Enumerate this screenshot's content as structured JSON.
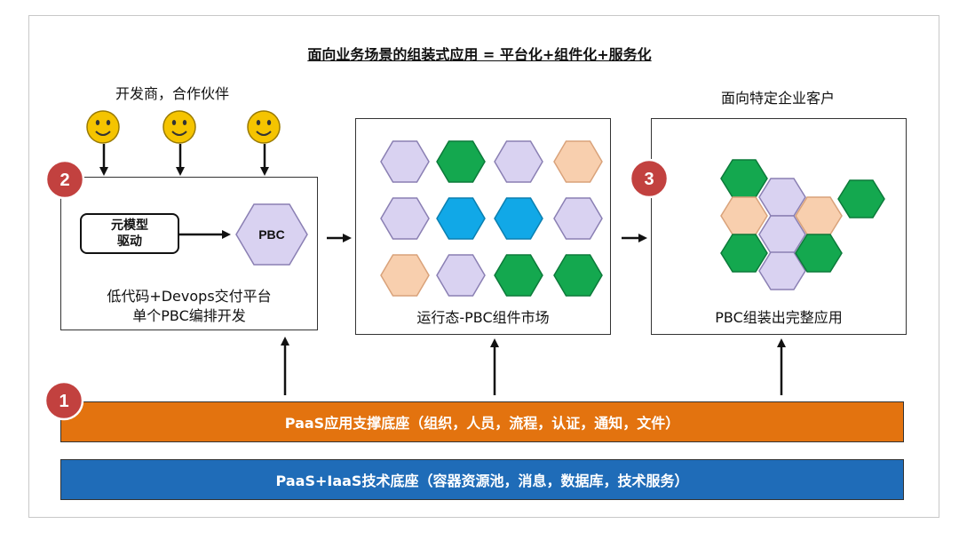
{
  "title": "面向业务场景的组装式应用 = 平台化+组件化+服务化",
  "captions": {
    "partners": "开发商，合作伙伴",
    "customers": "面向特定企业客户"
  },
  "box_dev": {
    "meta_line1": "元模型",
    "meta_line2": "驱动",
    "pbc": "PBC",
    "line1": "低代码+Devops交付平台",
    "line2": "单个PBC编排开发"
  },
  "box_market": {
    "label": "运行态-PBC组件市场"
  },
  "box_assemble": {
    "label": "PBC组装出完整应用"
  },
  "badges": [
    "1",
    "2",
    "3"
  ],
  "bars": {
    "app": "PaaS应用支撑底座（组织，人员，流程，认证，通知，文件）",
    "tech": "PaaS+IaaS技术底座（容器资源池，消息，数据库，技术服务）"
  },
  "colors": {
    "purple": "#d9d2f1",
    "green": "#14a84f",
    "cyan": "#11a8e7",
    "peach": "#f8cfae",
    "orange": "#e3730f",
    "blue": "#1f6cb8",
    "badge": "#c2413f",
    "smiley": "#f5c400"
  },
  "market_grid": [
    [
      "purple",
      "green",
      "purple",
      "peach"
    ],
    [
      "purple",
      "cyan",
      "cyan",
      "purple"
    ],
    [
      "peach",
      "purple",
      "green",
      "green"
    ]
  ],
  "assembly_cells": [
    "green",
    "purple",
    "green",
    "peach",
    "purple",
    "peach",
    "green",
    "purple",
    "green"
  ]
}
